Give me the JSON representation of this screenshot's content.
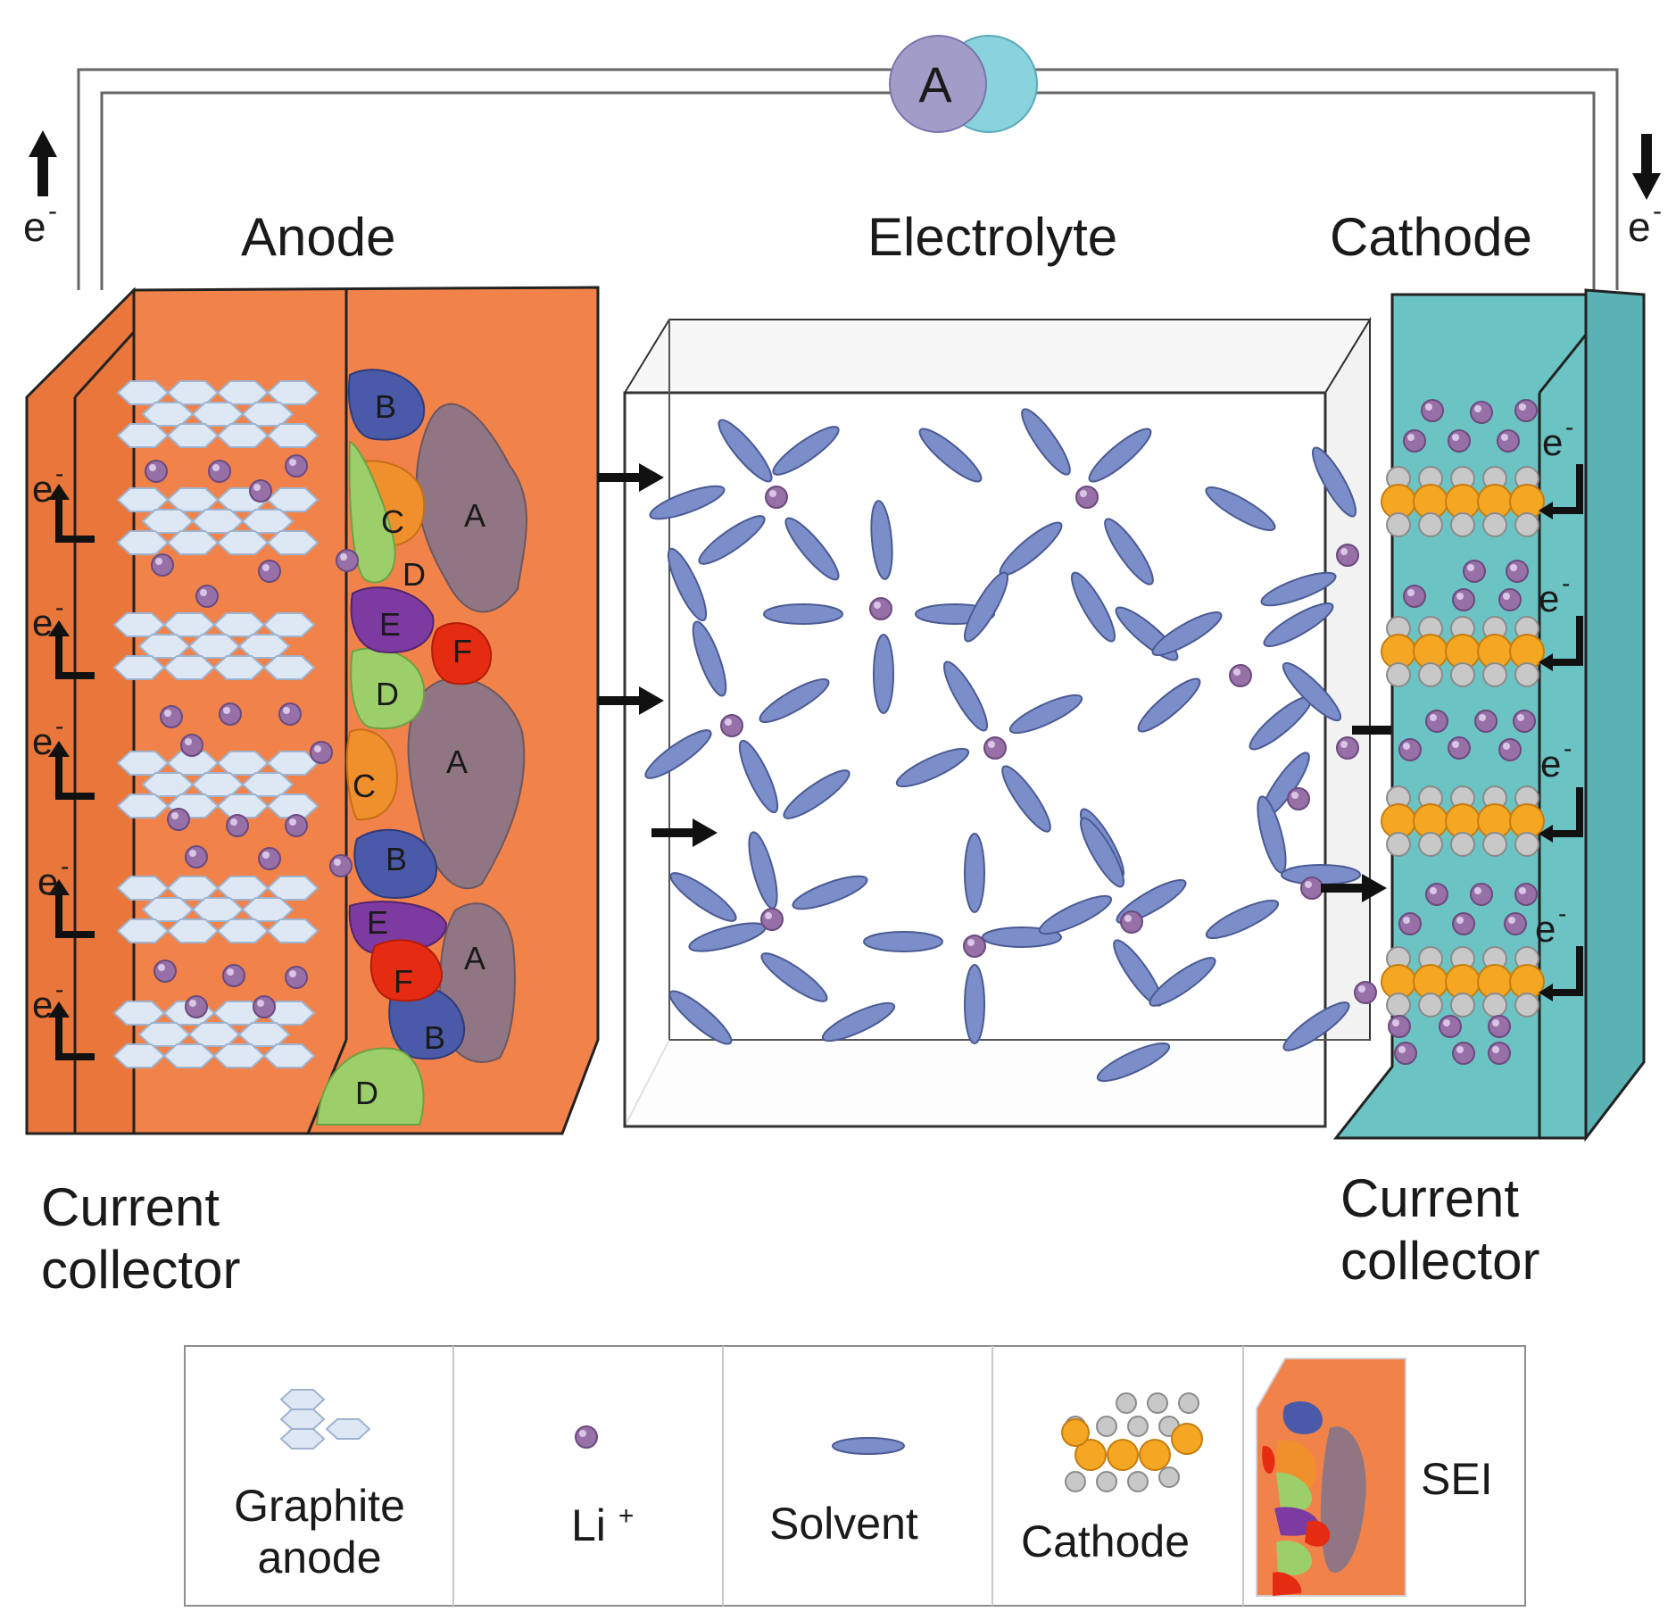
{
  "meter": {
    "label": "A"
  },
  "electron": {
    "symbol": "e",
    "superscript": "-"
  },
  "regions": {
    "anode": "Anode",
    "electrolyte": "Electrolyte",
    "cathode": "Cathode",
    "anode_collector": "Current\ncollector",
    "cathode_collector": "Current\ncollector"
  },
  "sei_components": [
    "A",
    "B",
    "C",
    "D",
    "E",
    "F"
  ],
  "legend": {
    "graphite": "Graphite\nanode",
    "li_symbol": "Li",
    "li_charge": "+",
    "solvent": "Solvent",
    "cathode": "Cathode",
    "sei": "SEI"
  },
  "colors": {
    "anode": "#f1834a",
    "cathode_collector": "#6cc3c4",
    "graphite": "#dde8f4",
    "li_ion": "#9870a8",
    "solvent": "#7c8ec9",
    "cathode_particle": "#f5a623",
    "cathode_spacer": "#c8c8c8",
    "meter_left": "#a19cc8",
    "meter_right": "#89d3dc"
  }
}
